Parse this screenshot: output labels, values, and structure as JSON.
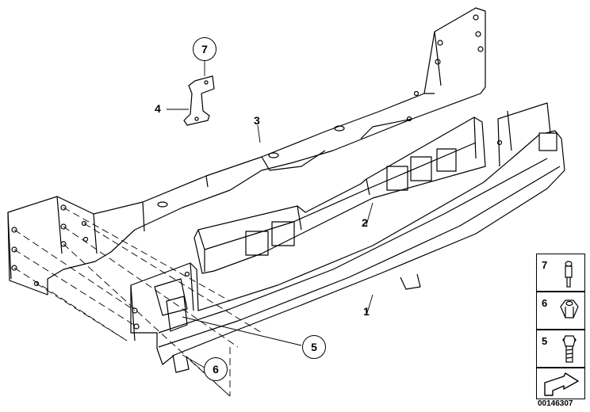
{
  "callouts": {
    "part1": "1",
    "part2": "2",
    "part3": "3",
    "part4": "4",
    "part5": "5",
    "part6": "6",
    "part7": "7"
  },
  "legend": [
    {
      "number": "7",
      "icon": "rivet-icon"
    },
    {
      "number": "6",
      "icon": "nut-icon"
    },
    {
      "number": "5",
      "icon": "bolt-icon"
    }
  ],
  "arrow_icon": "direction-arrow-icon",
  "reference_code": "00146307"
}
